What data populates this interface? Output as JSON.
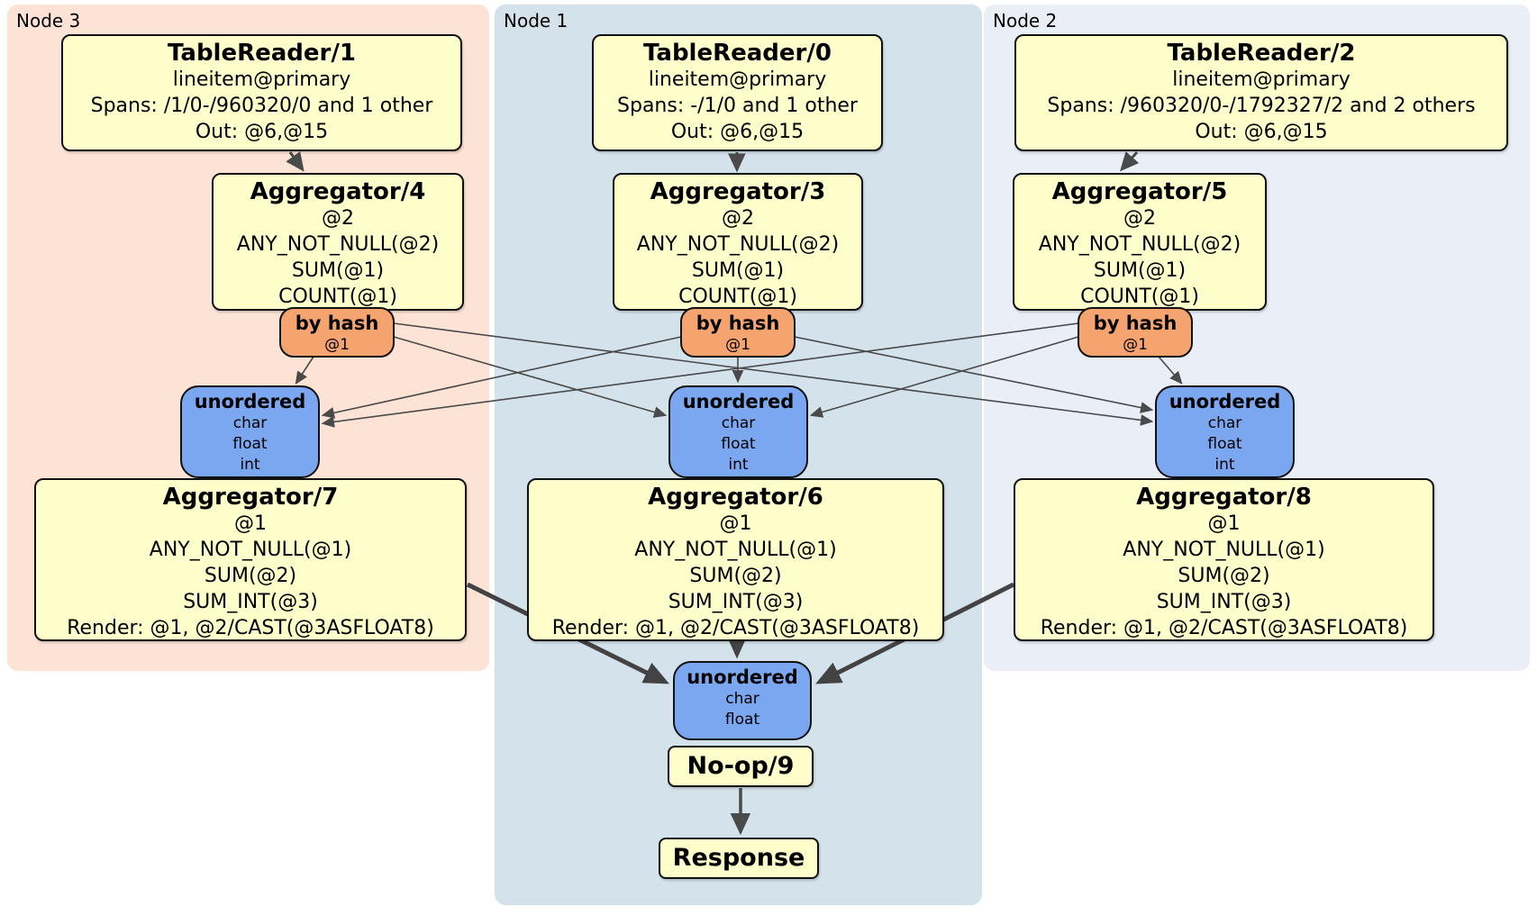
{
  "groups": {
    "node3": {
      "label": "Node 3"
    },
    "node1": {
      "label": "Node 1"
    },
    "node2": {
      "label": "Node 2"
    }
  },
  "boxes": {
    "tr1": {
      "title": "TableReader/1",
      "lines": [
        "lineitem@primary",
        "Spans: /1/0-/960320/0 and 1 other",
        "Out: @6,@15"
      ]
    },
    "tr0": {
      "title": "TableReader/0",
      "lines": [
        "lineitem@primary",
        "Spans: -/1/0 and 1 other",
        "Out: @6,@15"
      ]
    },
    "tr2": {
      "title": "TableReader/2",
      "lines": [
        "lineitem@primary",
        "Spans: /960320/0-/1792327/2 and 2 others",
        "Out: @6,@15"
      ]
    },
    "agg4": {
      "title": "Aggregator/4",
      "lines": [
        "@2",
        "ANY_NOT_NULL(@2)",
        "SUM(@1)",
        "COUNT(@1)"
      ]
    },
    "agg3": {
      "title": "Aggregator/3",
      "lines": [
        "@2",
        "ANY_NOT_NULL(@2)",
        "SUM(@1)",
        "COUNT(@1)"
      ]
    },
    "agg5": {
      "title": "Aggregator/5",
      "lines": [
        "@2",
        "ANY_NOT_NULL(@2)",
        "SUM(@1)",
        "COUNT(@1)"
      ]
    },
    "byhash3": {
      "title": "by hash",
      "lines": [
        "@1"
      ]
    },
    "byhash1": {
      "title": "by hash",
      "lines": [
        "@1"
      ]
    },
    "byhash2": {
      "title": "by hash",
      "lines": [
        "@1"
      ]
    },
    "unord3": {
      "title": "unordered",
      "lines": [
        "char",
        "float",
        "int"
      ]
    },
    "unord1": {
      "title": "unordered",
      "lines": [
        "char",
        "float",
        "int"
      ]
    },
    "unord2": {
      "title": "unordered",
      "lines": [
        "char",
        "float",
        "int"
      ]
    },
    "agg7": {
      "title": "Aggregator/7",
      "lines": [
        "@1",
        "ANY_NOT_NULL(@1)",
        "SUM(@2)",
        "SUM_INT(@3)",
        "Render: @1, @2/CAST(@3ASFLOAT8)"
      ]
    },
    "agg6": {
      "title": "Aggregator/6",
      "lines": [
        "@1",
        "ANY_NOT_NULL(@1)",
        "SUM(@2)",
        "SUM_INT(@3)",
        "Render: @1, @2/CAST(@3ASFLOAT8)"
      ]
    },
    "agg8": {
      "title": "Aggregator/8",
      "lines": [
        "@1",
        "ANY_NOT_NULL(@1)",
        "SUM(@2)",
        "SUM_INT(@3)",
        "Render: @1, @2/CAST(@3ASFLOAT8)"
      ]
    },
    "unord_final": {
      "title": "unordered",
      "lines": [
        "char",
        "float"
      ]
    },
    "noop": {
      "title": "No-op/9"
    },
    "response": {
      "title": "Response"
    }
  },
  "colors": {
    "node3_bg": "#fce3d5",
    "node1_bg": "#d4e2eb",
    "node2_bg": "#e9eef7",
    "box_yellow": "#ffffcc",
    "box_orange": "#f5a46f",
    "box_blue": "#7aa7ef",
    "border": "#111111",
    "edge": "#4a4a4a",
    "edge_thick": "#434343"
  }
}
